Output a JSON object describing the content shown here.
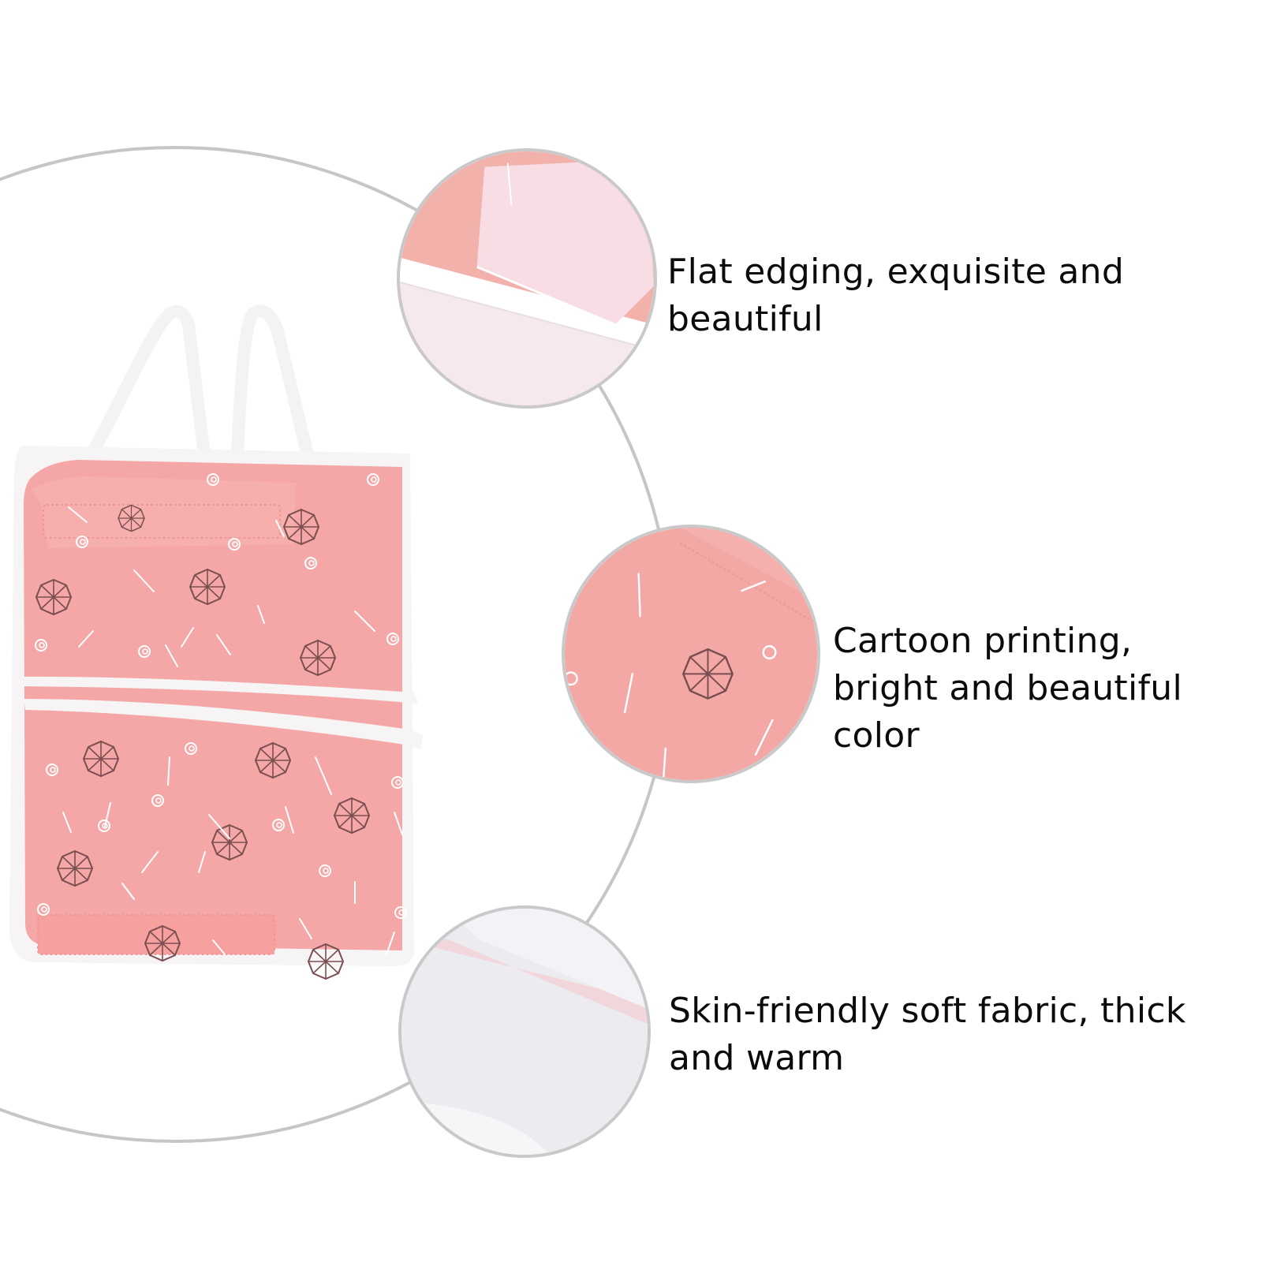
{
  "colors": {
    "background": "#ffffff",
    "arc": "#c6c6c6",
    "fabric_pink": "#f4a7a6",
    "fabric_pink_light": "#f7b9b8",
    "trim_white": "#f6f4f4",
    "umbrella_print": "#7a4e50",
    "text": "#0b0b0b"
  },
  "product": {
    "name_icon": "stroller-seat-cushion",
    "pattern_icons": [
      "umbrella-icon",
      "swirl-icon",
      "dash-line"
    ]
  },
  "features": [
    {
      "id": "edging",
      "image": "flat-edging-closeup",
      "lines": [
        "Flat edging, exquisite and",
        "beautiful"
      ]
    },
    {
      "id": "printing",
      "image": "cartoon-print-closeup",
      "lines": [
        "Cartoon printing,",
        "bright and beautiful",
        "color"
      ]
    },
    {
      "id": "fabric",
      "image": "soft-fabric-closeup",
      "lines": [
        "Skin-friendly soft fabric, thick",
        "and warm"
      ]
    }
  ]
}
